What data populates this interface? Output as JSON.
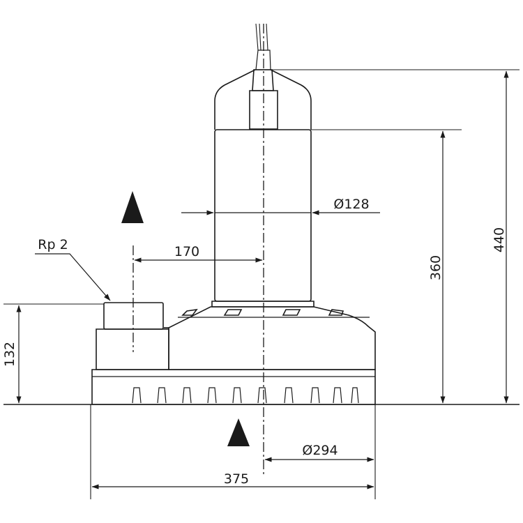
{
  "diagram": {
    "label_thread": "Rp 2",
    "dim_outlet_offset": "170",
    "dim_motor_diameter": "Ø128",
    "dim_base_diameter": "Ø294",
    "dim_overall_width": "375",
    "dim_outlet_height": "132",
    "dim_motor_height": "360",
    "dim_overall_height": "440"
  },
  "colors": {
    "line": "#1a1a1a",
    "background": "#ffffff"
  }
}
